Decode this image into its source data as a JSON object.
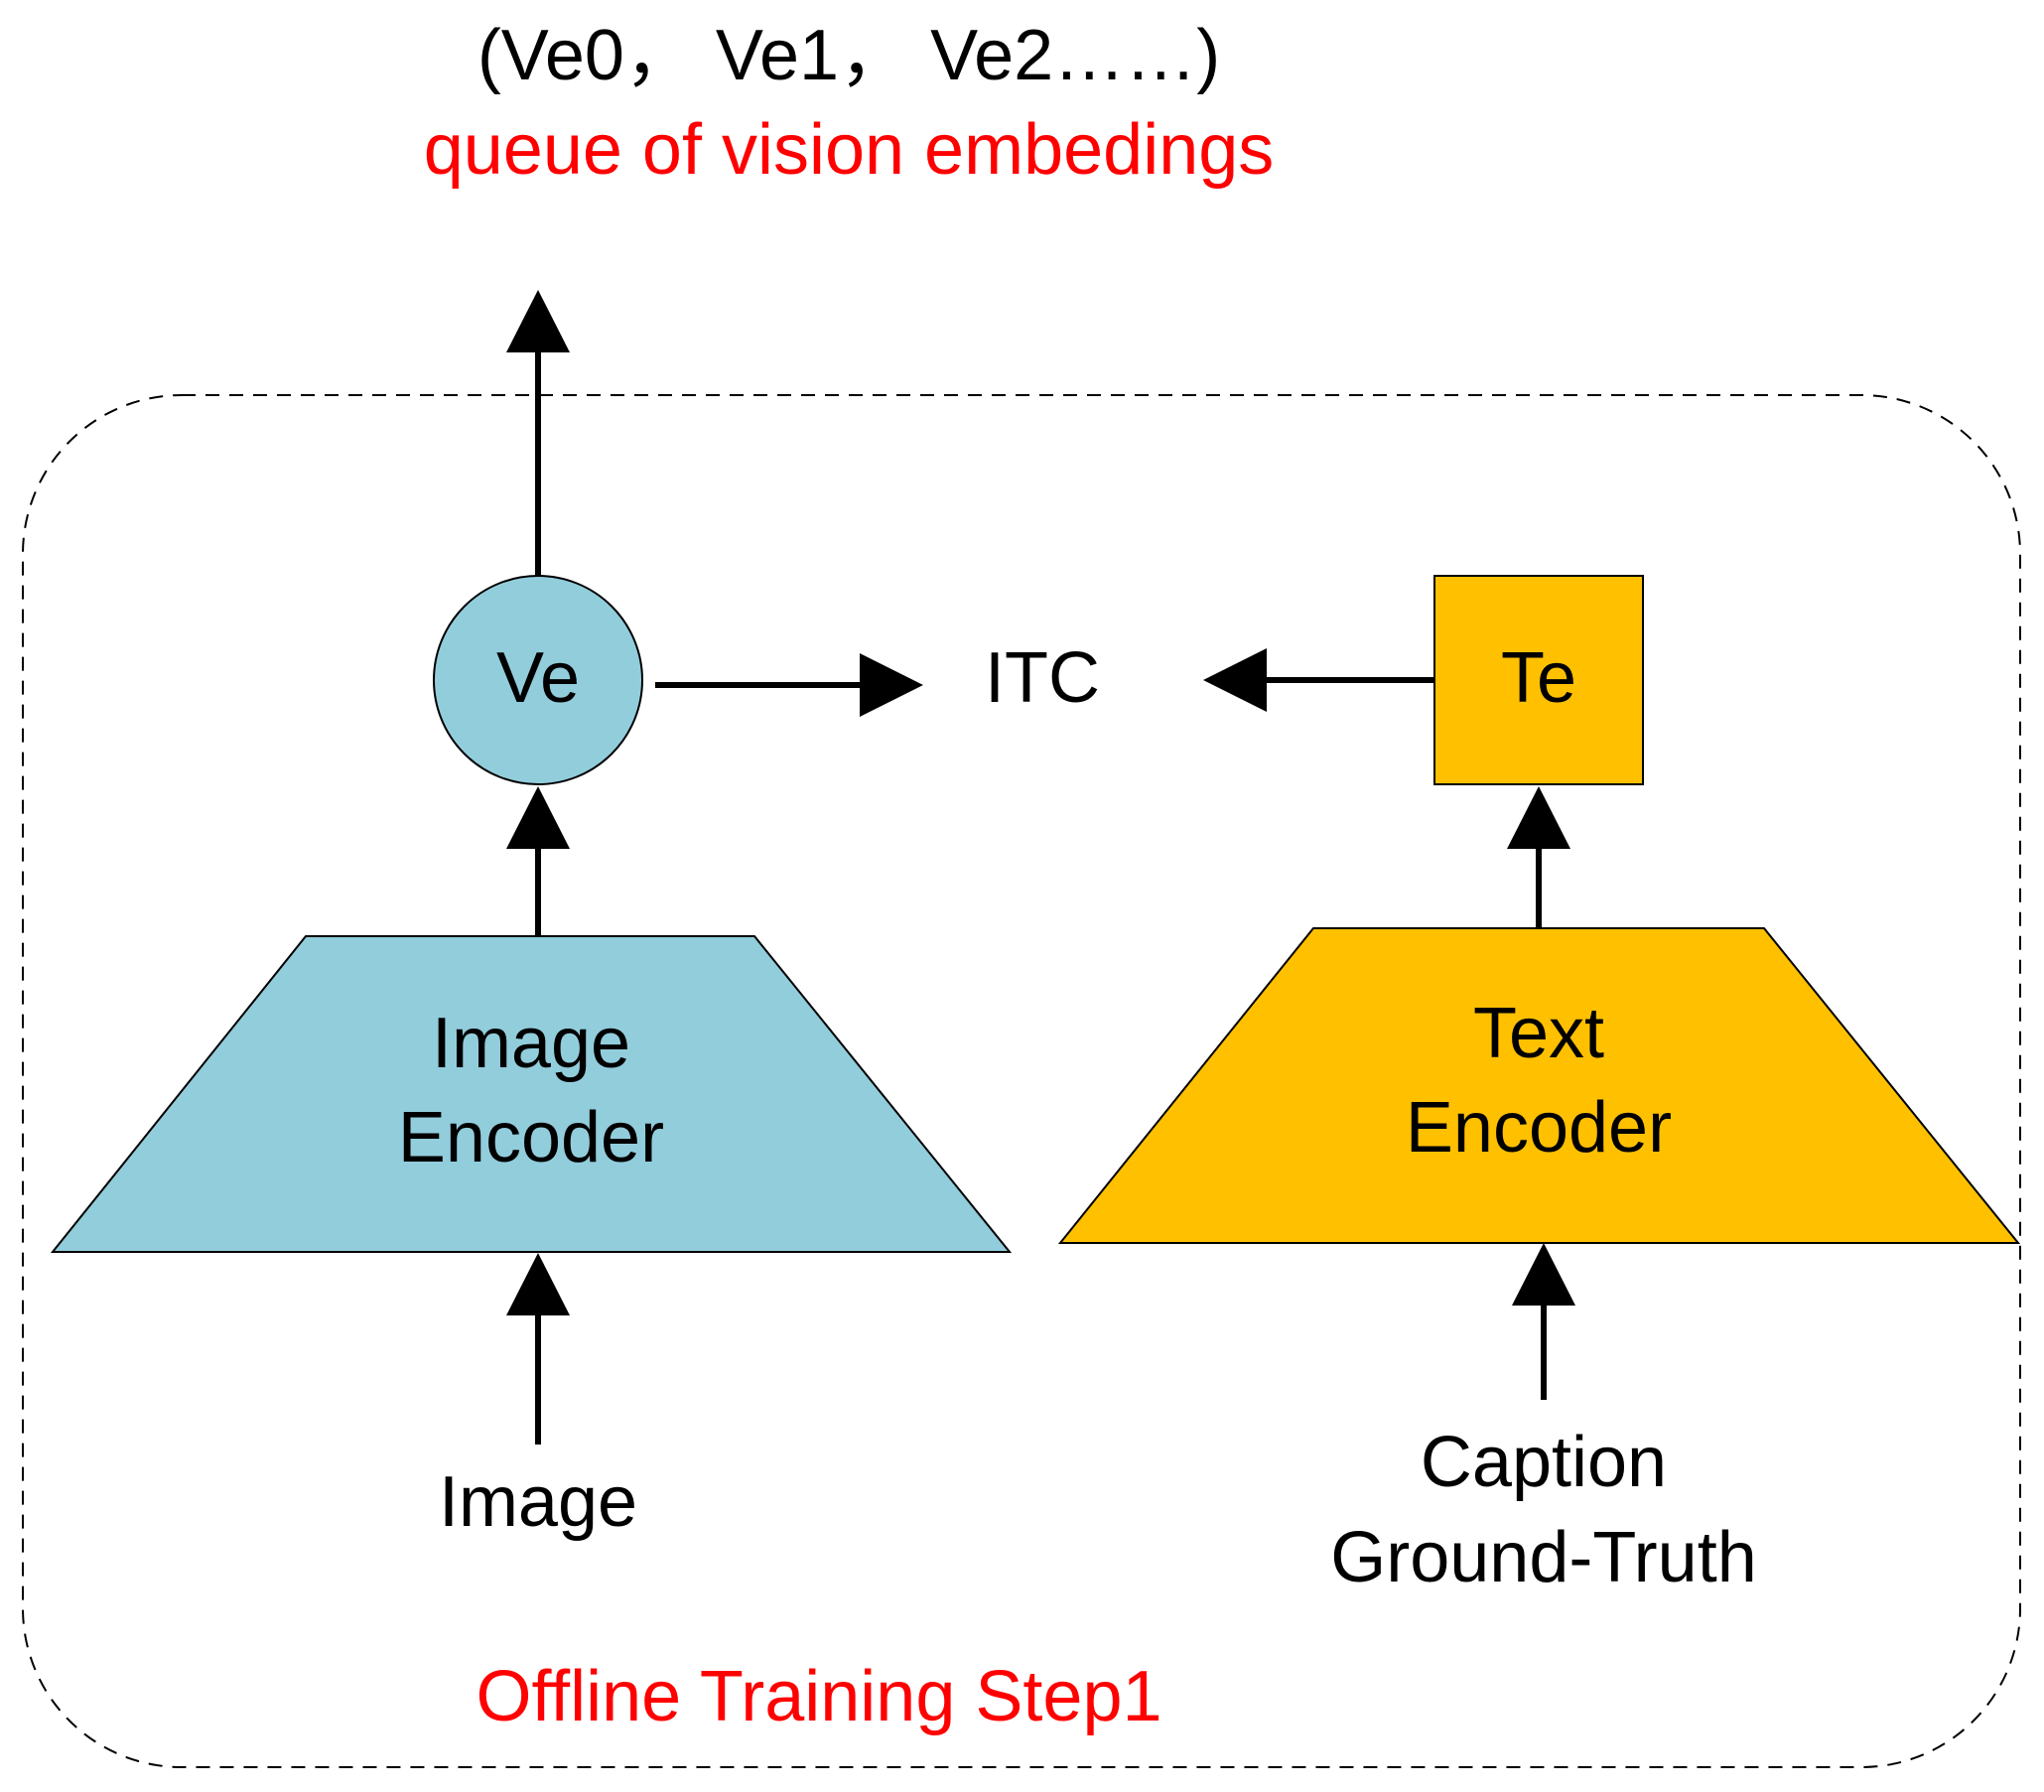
{
  "queue": {
    "sequence": "(Ve0， Ve1， Ve2……)",
    "caption": "queue of vision embedings"
  },
  "nodes": {
    "ve": "Ve",
    "itc": "ITC",
    "te": "Te",
    "image_encoder_line1": "Image",
    "image_encoder_line2": "Encoder",
    "text_encoder_line1": "Text",
    "text_encoder_line2": "Encoder",
    "image_input": "Image",
    "caption_line1": "Caption",
    "caption_line2": "Ground-Truth"
  },
  "group": {
    "label": "Offline Training Step1"
  },
  "colors": {
    "image_branch": "#92CDDC",
    "text_branch": "#FFC000",
    "annotation": "#FF0000",
    "stroke": "#000000"
  }
}
